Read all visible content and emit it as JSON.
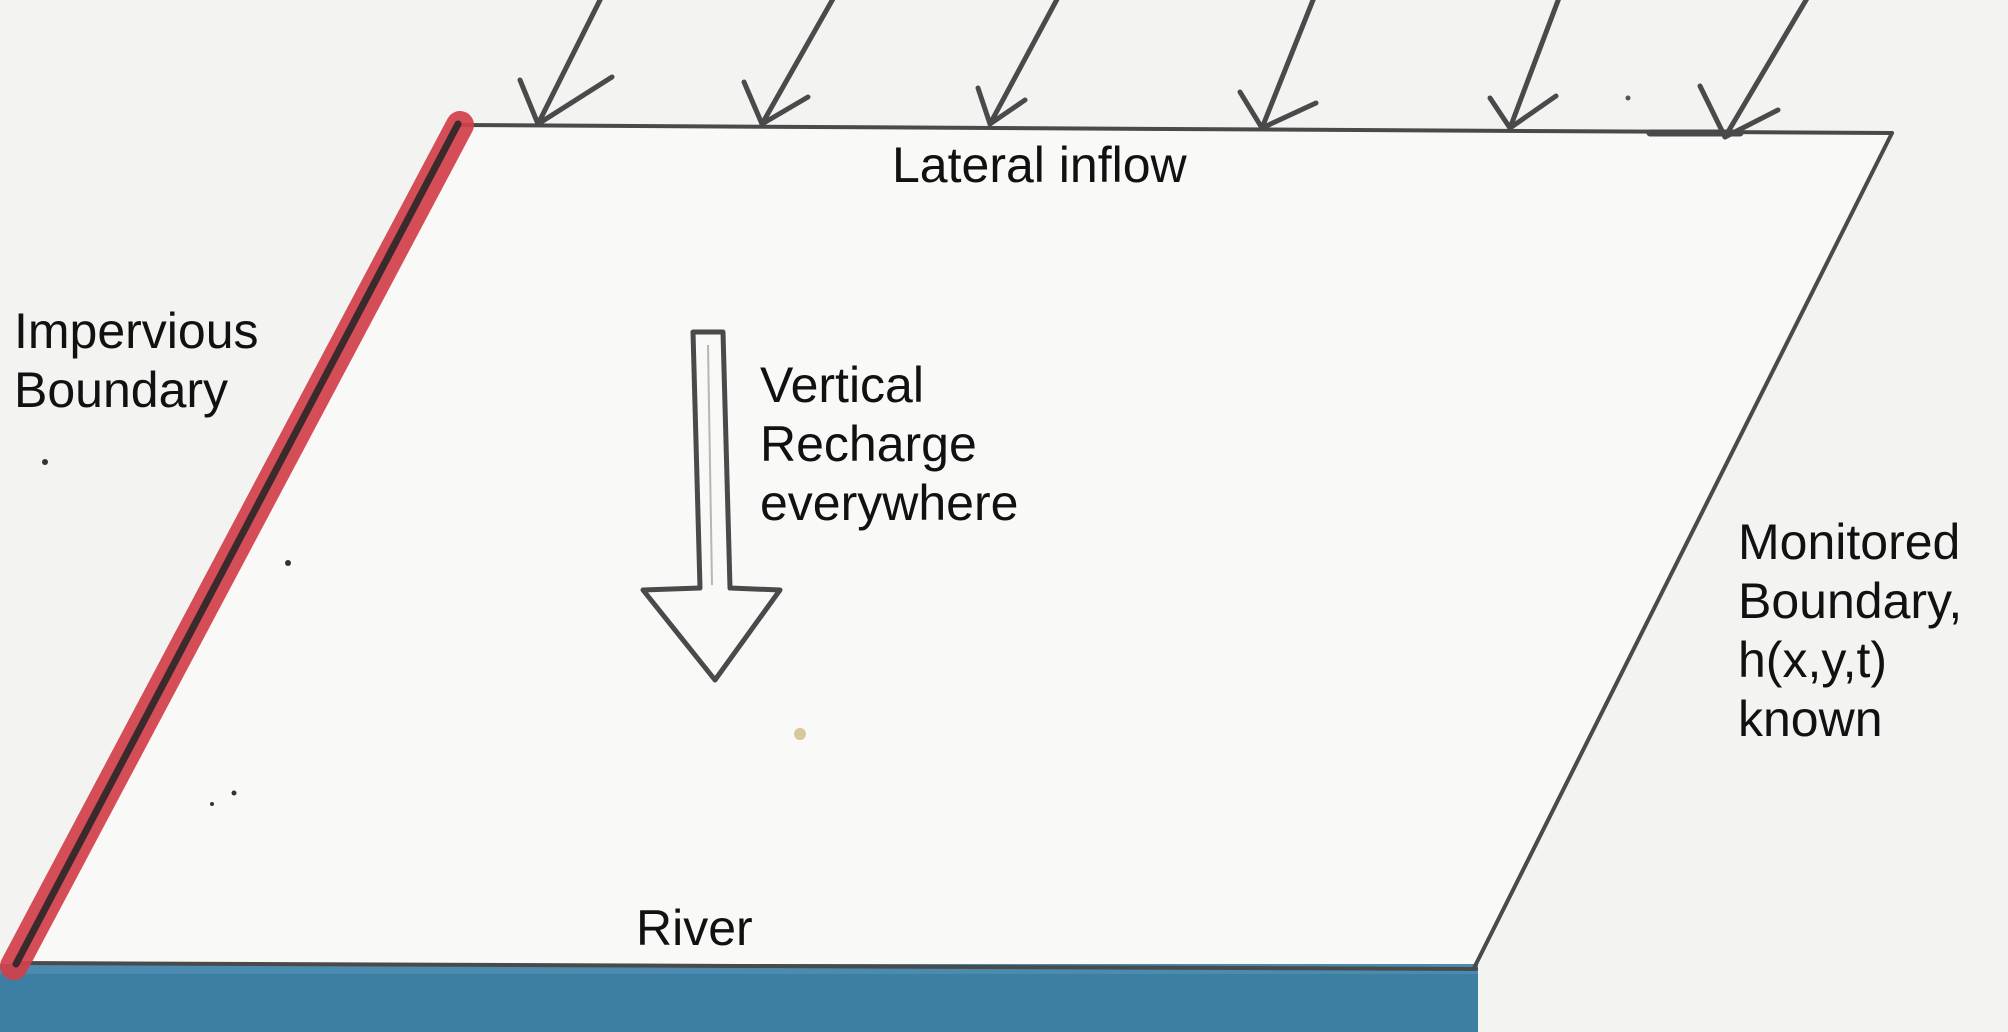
{
  "labels": {
    "lateral_inflow": "Lateral inflow",
    "impervious_boundary": [
      "Impervious",
      "Boundary"
    ],
    "vertical_recharge": [
      "Vertical",
      "Recharge",
      "everywhere"
    ],
    "monitored_boundary": [
      "Monitored",
      "Boundary,",
      "h(x,y,t)",
      "known"
    ],
    "river": "River"
  },
  "colors": {
    "background": "#f3f3f1",
    "domain_fill": "#f9f9f8",
    "pencil_line": "#4a4a4a",
    "impervious_boundary": "#d2404a",
    "river_water": "#3d7fa3",
    "text": "#111111"
  },
  "icons": {
    "lateral_inflow_arrows": "arrow-down-left-icon",
    "vertical_recharge_arrow": "hollow-arrow-down-icon"
  },
  "lateral_inflow_arrow_count": 6
}
